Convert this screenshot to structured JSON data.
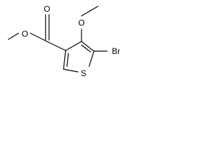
{
  "structure": {
    "atoms": {
      "carbonyl_oxygen": "O",
      "ester_oxygen": "O",
      "methoxy_oxygen": "O",
      "sulfur": "S",
      "bromine": "Br"
    }
  }
}
